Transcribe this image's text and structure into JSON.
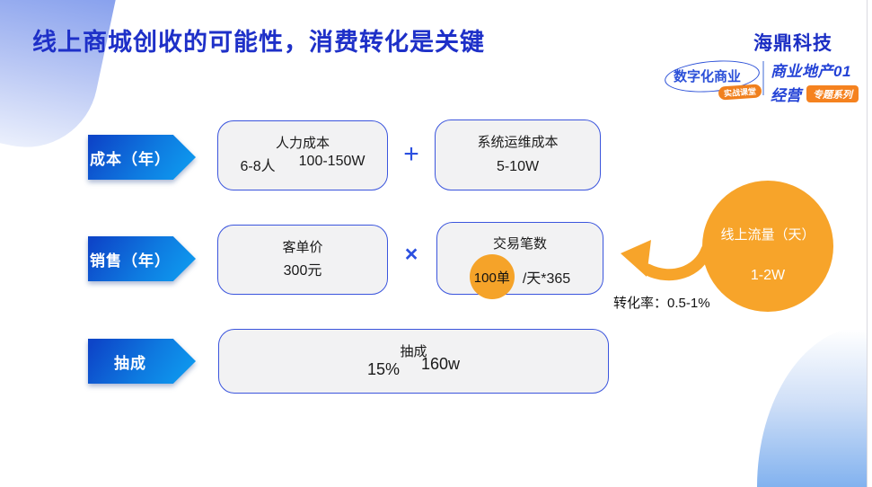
{
  "slide": {
    "title": "线上商城创收的可能性，消费转化是关键",
    "brand": "海鼎科技",
    "logo": {
      "stamp_main": "数字化商业",
      "stamp_sub": "实战课堂",
      "series_line1": "商业地产01",
      "series_line2": "经营",
      "series_badge": "专题系列"
    },
    "colors": {
      "title_blue": "#1E30C8",
      "arrow_gradient_start": "#0D45C8",
      "arrow_gradient_end": "#0E9CF0",
      "box_border_blue": "#3B55DD",
      "box_fill_gray": "#F2F2F3",
      "accent_orange": "#F7A42A"
    }
  },
  "rows": [
    {
      "label": "成本（年）",
      "operator": "+",
      "boxes": [
        {
          "title": "人力成本",
          "value1": "6-8人",
          "value2": "100-150W"
        },
        {
          "title": "系统运维成本",
          "value1": "5-10W"
        }
      ]
    },
    {
      "label": "销售（年）",
      "operator": "×",
      "boxes": [
        {
          "title": "客单价",
          "value1": "300元"
        },
        {
          "title": "交易笔数",
          "highlight": "100单",
          "value1": "/天*365"
        }
      ]
    },
    {
      "label": "抽成",
      "boxes": [
        {
          "title": "抽成",
          "value1": "15%",
          "value2": "160w"
        }
      ]
    }
  ],
  "traffic": {
    "title": "线上流量（天）",
    "value": "1-2W"
  },
  "conversion_label": "转化率：0.5-1%"
}
